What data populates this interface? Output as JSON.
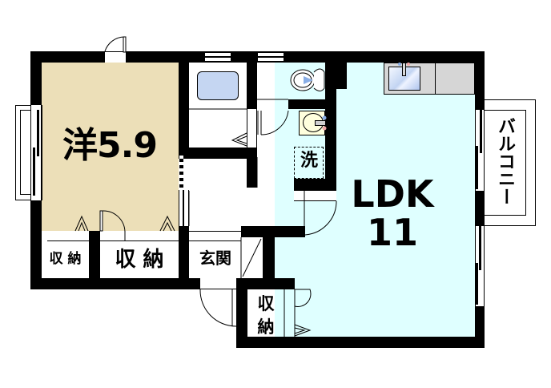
{
  "floorplan": {
    "colors": {
      "western_room": "#ECDFB8",
      "ldk": "#DFFFFF",
      "wall": "#000000",
      "bath_tub": "#C5D6F2",
      "counter": "#D6D6D6",
      "washbasin": "#FFFFDD"
    },
    "rooms": {
      "western": {
        "type": "洋",
        "size": "5.9"
      },
      "ldk": {
        "name": "LDK",
        "size": "11"
      },
      "closet_small": {
        "label": "収 納"
      },
      "closet_large": {
        "label": "収 納"
      },
      "entrance": {
        "label": "玄関"
      },
      "closet_hall": {
        "label_top": "収",
        "label_bottom": "納"
      },
      "laundry": {
        "label": "洗"
      },
      "balcony": {
        "label": "バルコニー"
      }
    }
  }
}
